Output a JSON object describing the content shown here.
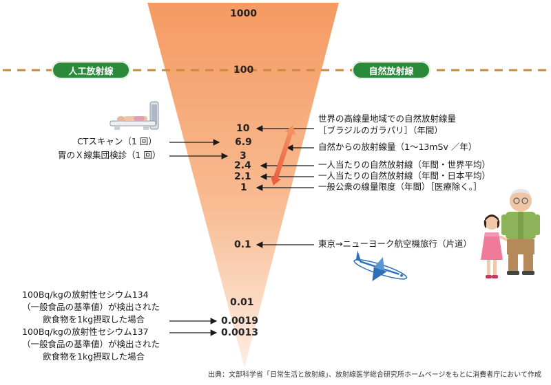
{
  "badges": {
    "artificial": "人工放射線",
    "natural": "自然放射線"
  },
  "scale_values": {
    "v1000": "1000",
    "v100": "100",
    "v10": "10",
    "v6_9": "6.9",
    "v3": "3",
    "v2_4": "2.4",
    "v2_1": "2.1",
    "v1": "1",
    "v0_1": "0.1",
    "v0_01": "0.01",
    "v0_0019": "0.0019",
    "v0_0013": "0.0013"
  },
  "left_labels": {
    "ct": "CTスキャン（1 回）",
    "stomach": "胃のＸ線集団検診（1 回）",
    "cs134": [
      "100Bq/kgの放射性セシウム134",
      "（一般食品の基準値）が検出された",
      "飲食物を1kg摂取した場合"
    ],
    "cs137": [
      "100Bq/kgの放射性セシウム137",
      "（一般食品の基準値）が検出された",
      "飲食物を1kg摂取した場合"
    ]
  },
  "right_labels": {
    "brazil": [
      "世界の高線量地域での自然放射線量",
      "［ブラジルのガラパリ］（年間）"
    ],
    "natural_range": "自然からの放射線量（1～13mSv ／年）",
    "world_avg": "一人当たりの自然放射線（年間・世界平均）",
    "japan_avg": "一人当たりの自然放射線（年間・日本平均）",
    "public_limit": "一般公衆の線量限度（年間）［医療除く。］",
    "flight": "東京→ニューヨーク航空機旅行（片道）"
  },
  "source": "出典：文部科学省「日常生活と放射線」、放射線医学総合研究所ホームページをもとに消費者庁において作成",
  "colors": {
    "cone_top": "#f59a62",
    "cone_bottom": "#fde9dc",
    "dash_line": "#c98a3c",
    "badge_green": "#2b8a3a",
    "range_arrow": "#ee6e4a"
  },
  "icons": [
    "ct-scanner-icon",
    "airplane-icon",
    "girl-icon",
    "grandfather-icon"
  ]
}
